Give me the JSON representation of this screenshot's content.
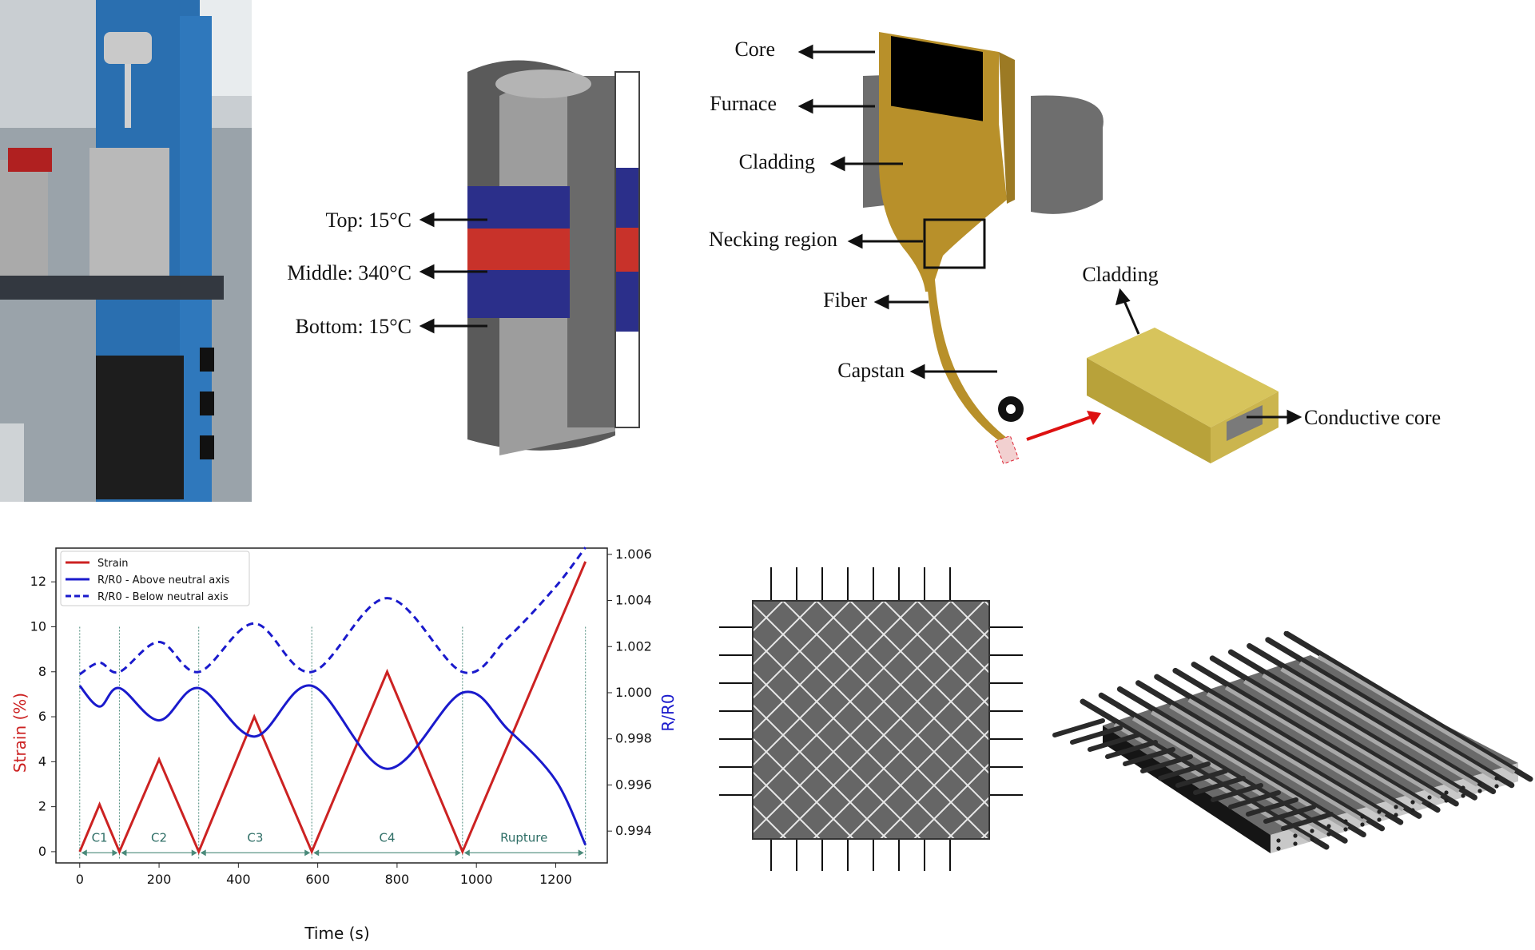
{
  "heater": {
    "top_label": "Top: 15°C",
    "middle_label": "Middle: 340°C",
    "bottom_label": "Bottom: 15°C",
    "colors": {
      "cold": "#2b2f8a",
      "hot": "#c8322a",
      "shell": "#5a5a5a"
    }
  },
  "draw": {
    "core": "Core",
    "furnace": "Furnace",
    "cladding": "Cladding",
    "necking": "Necking region",
    "fiber": "Fiber",
    "capstan": "Capstan",
    "cladding2": "Cladding",
    "conductive_core": "Conductive core",
    "colors": {
      "cladding": "#b8902a",
      "core": "#000000"
    }
  },
  "chart_data": {
    "type": "line",
    "xlabel": "Time (s)",
    "ylabel": "Strain (%)",
    "y2label": "R/R0",
    "xlim": [
      -60,
      1330
    ],
    "ylim": [
      -0.5,
      13.5
    ],
    "y2lim": [
      0.99262,
      1.00627
    ],
    "xticks": [
      0,
      200,
      400,
      600,
      800,
      1000,
      1200
    ],
    "yticks": [
      0,
      2,
      4,
      6,
      8,
      10,
      12
    ],
    "y2ticks": [
      0.994,
      0.996,
      0.998,
      1.0,
      1.002,
      1.004,
      1.006
    ],
    "legend": [
      "Strain",
      "R/R0 - Above neutral axis",
      "R/R0 - Below neutral axis"
    ],
    "legend_position": "top-left",
    "series": [
      {
        "name": "Strain",
        "axis": "left",
        "color": "#cc2222",
        "style": "solid",
        "x": [
          0,
          50,
          100,
          200,
          300,
          440,
          585,
          775,
          965,
          1275
        ],
        "y": [
          0,
          2.1,
          0,
          4.1,
          0,
          6.0,
          0,
          8.0,
          0,
          12.9
        ]
      },
      {
        "name": "R/R0 - Above neutral axis",
        "axis": "right",
        "color": "#1a1acc",
        "style": "solid",
        "x": [
          0,
          50,
          100,
          200,
          300,
          440,
          585,
          775,
          965,
          1080,
          1200,
          1275
        ],
        "y": [
          1.0003,
          0.9994,
          1.0002,
          0.9988,
          1.0002,
          0.9981,
          1.0003,
          0.9967,
          1.0,
          0.9984,
          0.9962,
          0.9934
        ]
      },
      {
        "name": "R/R0 - Below neutral axis",
        "axis": "right",
        "color": "#1a1acc",
        "style": "dashed",
        "x": [
          0,
          50,
          100,
          200,
          300,
          440,
          585,
          775,
          965,
          1080,
          1200,
          1275
        ],
        "y": [
          1.0008,
          1.0013,
          1.0009,
          1.0022,
          1.0009,
          1.003,
          1.0009,
          1.0041,
          1.0009,
          1.0024,
          1.0046,
          1.0063
        ]
      }
    ],
    "cycle_boundaries": [
      0,
      100,
      300,
      585,
      965,
      1275
    ],
    "cycle_labels": [
      "C1",
      "C2",
      "C3",
      "C4",
      "Rupture"
    ]
  }
}
